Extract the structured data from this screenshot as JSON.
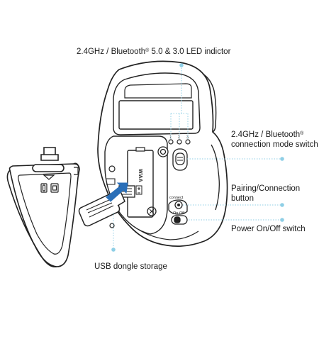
{
  "labels": {
    "led_pre": "2.4GHz / Bluetooth",
    "led_sup": "®",
    "led_post": " 5.0 & 3.0 LED indictor",
    "mode_line1_pre": "2.4GHz / Bluetooth",
    "mode_line1_sup": "®",
    "mode_line2": "connection mode switch",
    "pair_line1": "Pairing/Connection",
    "pair_line2": "button",
    "power": "Power On/Off switch",
    "usb": "USB dongle storage"
  },
  "device_marks": {
    "led_numbers": [
      "1",
      "2",
      "3"
    ],
    "connect": "connect",
    "on_off": "On Off",
    "battery_label": "W/AA"
  },
  "colors": {
    "callout": "#8fcfe6",
    "outline": "#222222",
    "arrow": "#2a6fb8"
  },
  "icons": [
    "cover-lock-icon",
    "battery-icon",
    "insert-arrow-icon"
  ]
}
